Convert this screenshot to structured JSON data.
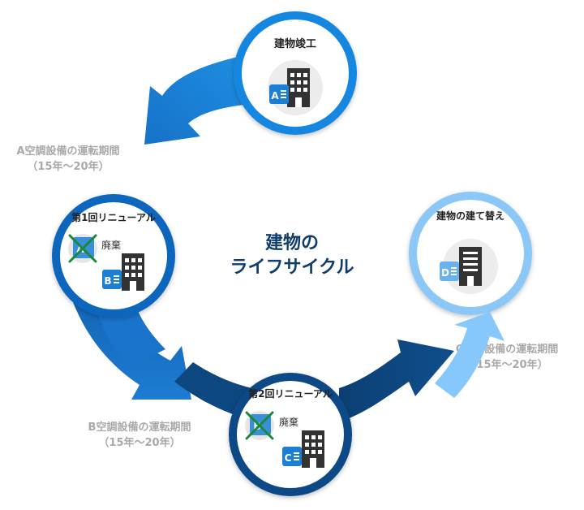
{
  "center": {
    "line1": "建物の",
    "line2": "ライフサイクル"
  },
  "stages": {
    "completion": {
      "title": "建物竣工",
      "badge": "A"
    },
    "renewal1": {
      "title": "第1回リニューアル",
      "old_badge": "A",
      "new_badge": "B",
      "disposal": "廃棄"
    },
    "renewal2": {
      "title": "第2回リニューアル",
      "old_badge": "B",
      "new_badge": "C",
      "disposal": "廃棄"
    },
    "rebuild": {
      "title": "建物の建て替え",
      "badge": "D"
    }
  },
  "periods": {
    "a": {
      "line1": "A空調設備の運転期間",
      "line2": "（15年～20年）"
    },
    "b": {
      "line1": "B空調設備の運転期間",
      "line2": "（15年～20年）"
    },
    "c": {
      "line1": "C空調設備の運転期間",
      "line2": "（15年～20年）"
    }
  },
  "colors": {
    "arc_top": "#1a86d8",
    "arc_left": "#1666b8",
    "arc_bottom": "#0e4c88",
    "arc_right": "#80c7ff",
    "ring_completion": "#1587e0",
    "ring_renewal1": "#0e66bd",
    "ring_renewal2": "#0c4a86",
    "ring_rebuild": "#8bc8f8",
    "center_text": "#0f3d6e",
    "period_text": "#a9a9a9",
    "building": "#333333",
    "badge": "#1c7fd6",
    "cross": "#1a8a3a"
  }
}
